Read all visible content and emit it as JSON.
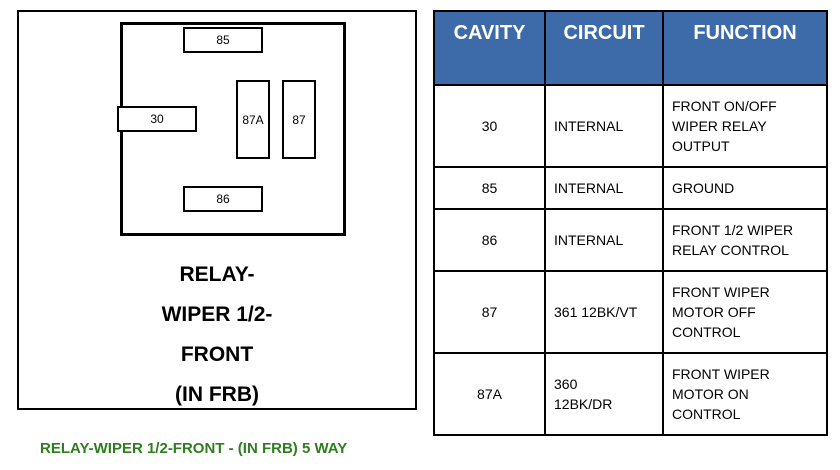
{
  "diagram": {
    "pins": {
      "p85": "85",
      "p30": "30",
      "p87a": "87A",
      "p87": "87",
      "p86": "86"
    },
    "caption_lines": [
      "RELAY-",
      "WIPER 1/2-",
      "FRONT",
      "(IN FRB)"
    ]
  },
  "footer": {
    "caption": "RELAY-WIPER 1/2-FRONT - (IN FRB) 5 WAY",
    "color": "#2e7d1e"
  },
  "table": {
    "header_color": "#3d6aa8",
    "headers": [
      "CAVITY",
      "CIRCUIT",
      "FUNCTION"
    ],
    "rows": [
      {
        "cavity": "30",
        "circuit": "INTERNAL",
        "function": "FRONT ON/OFF\nWIPER RELAY\nOUTPUT"
      },
      {
        "cavity": "85",
        "circuit": "INTERNAL",
        "function": "GROUND"
      },
      {
        "cavity": "86",
        "circuit": "INTERNAL",
        "function": "FRONT 1/2 WIPER\nRELAY CONTROL"
      },
      {
        "cavity": "87",
        "circuit": "361 12BK/VT",
        "function": "FRONT WIPER\nMOTOR OFF\nCONTROL"
      },
      {
        "cavity": "87A",
        "circuit": "360\n12BK/DR",
        "function": "FRONT WIPER\nMOTOR ON\nCONTROL"
      }
    ]
  }
}
